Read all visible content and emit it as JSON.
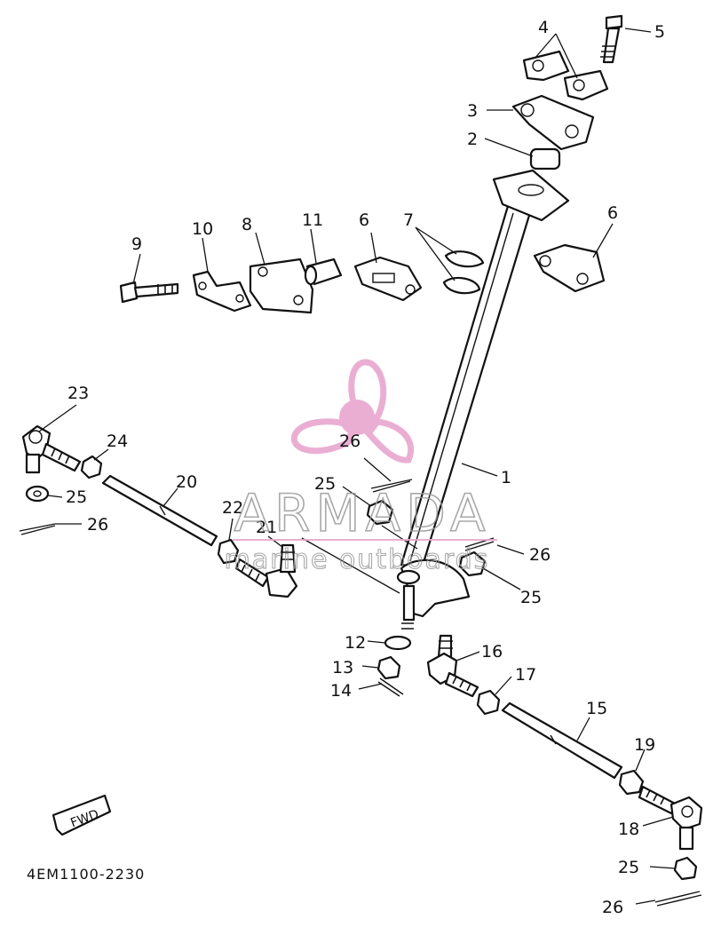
{
  "diagram": {
    "part_callouts": [
      "1",
      "2",
      "3",
      "4",
      "5",
      "6",
      "6",
      "7",
      "8",
      "9",
      "10",
      "11",
      "12",
      "13",
      "14",
      "15",
      "16",
      "17",
      "18",
      "19",
      "20",
      "21",
      "22",
      "23",
      "24",
      "25",
      "25",
      "25",
      "25",
      "26",
      "26",
      "26",
      "26"
    ],
    "drawing_code": "4EM1100-2230",
    "fwd_marker": "FWD"
  },
  "watermark": {
    "brand": "ARMADA",
    "tagline": "marine outboards",
    "colors": {
      "pink": "#e9a6cf",
      "pink_dark": "#d77fb8",
      "text_gray": "#888888"
    }
  }
}
